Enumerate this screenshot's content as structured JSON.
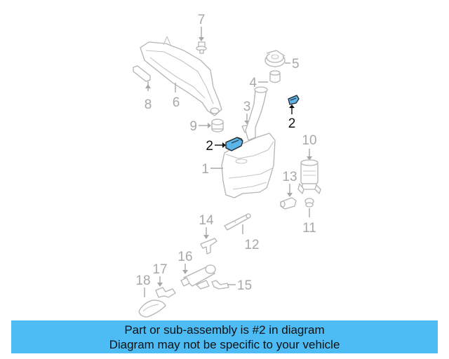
{
  "diagram": {
    "highlight_color": "#5ab4e8",
    "callouts": [
      {
        "id": "c1",
        "label": "1"
      },
      {
        "id": "c2a",
        "label": "2"
      },
      {
        "id": "c2b",
        "label": "2"
      },
      {
        "id": "c3",
        "label": "3"
      },
      {
        "id": "c4",
        "label": "4"
      },
      {
        "id": "c5",
        "label": "5"
      },
      {
        "id": "c6",
        "label": "6"
      },
      {
        "id": "c7",
        "label": "7"
      },
      {
        "id": "c8",
        "label": "8"
      },
      {
        "id": "c9",
        "label": "9"
      },
      {
        "id": "c10",
        "label": "10"
      },
      {
        "id": "c11",
        "label": "11"
      },
      {
        "id": "c12",
        "label": "12"
      },
      {
        "id": "c13",
        "label": "13"
      },
      {
        "id": "c14",
        "label": "14"
      },
      {
        "id": "c15",
        "label": "15"
      },
      {
        "id": "c16",
        "label": "16"
      },
      {
        "id": "c17",
        "label": "17"
      },
      {
        "id": "c18",
        "label": "18"
      }
    ]
  },
  "banner": {
    "color": "#4dbcf4",
    "line1": "Part or sub-assembly is #2 in diagram",
    "line2": "Diagram may not be specific to your vehicle"
  }
}
